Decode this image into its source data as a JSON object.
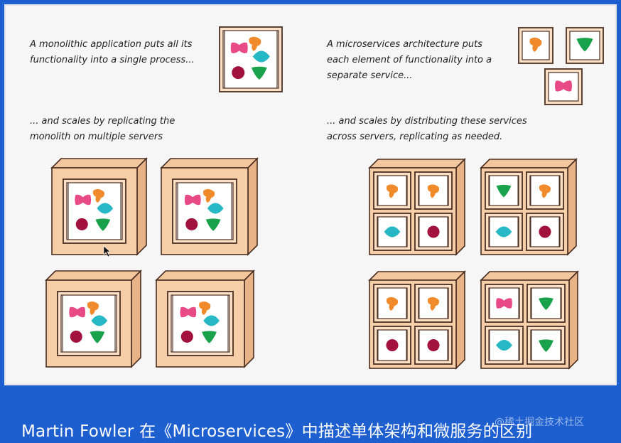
{
  "texts": {
    "mono_intro_l1": "A monolithic application puts all its",
    "mono_intro_l2": "functionality into a single process...",
    "mono_scale_l1": "... and scales by replicating the",
    "mono_scale_l2": "monolith on multiple servers",
    "micro_intro_l1": "A microservices architecture puts",
    "micro_intro_l2": "each element of functionality into a",
    "micro_intro_l3": "separate service...",
    "micro_scale_l1": "... and scales by distributing these services",
    "micro_scale_l2": "across servers, replicating as needed."
  },
  "caption": "Martin Fowler 在《Microservices》中描述单体架构和微服务的区别",
  "watermark": "@稀土掘金技术社区",
  "colors": {
    "server_fill": "#f6cfa8",
    "frame_stroke": "#4a2e22",
    "blob_pink": "#e84a86",
    "blob_orange": "#f08a2a",
    "blob_cyan": "#26b8c4",
    "blob_red": "#a3123f",
    "blob_green": "#1aa14b",
    "background_bar": "#1d5fcf"
  },
  "service_shapes": [
    "pink-bowtie",
    "orange-blob",
    "cyan-diamond",
    "crimson-circle",
    "green-triangle"
  ],
  "servers_microservices": [
    [
      "orange-blob",
      "orange-blob",
      "cyan-diamond",
      "crimson-circle"
    ],
    [
      "green-triangle",
      "orange-blob",
      "cyan-diamond",
      "crimson-circle"
    ],
    [
      "orange-blob",
      "orange-blob",
      "crimson-circle",
      "crimson-circle"
    ],
    [
      "pink-bowtie",
      "green-triangle",
      "cyan-diamond",
      "green-triangle"
    ]
  ]
}
